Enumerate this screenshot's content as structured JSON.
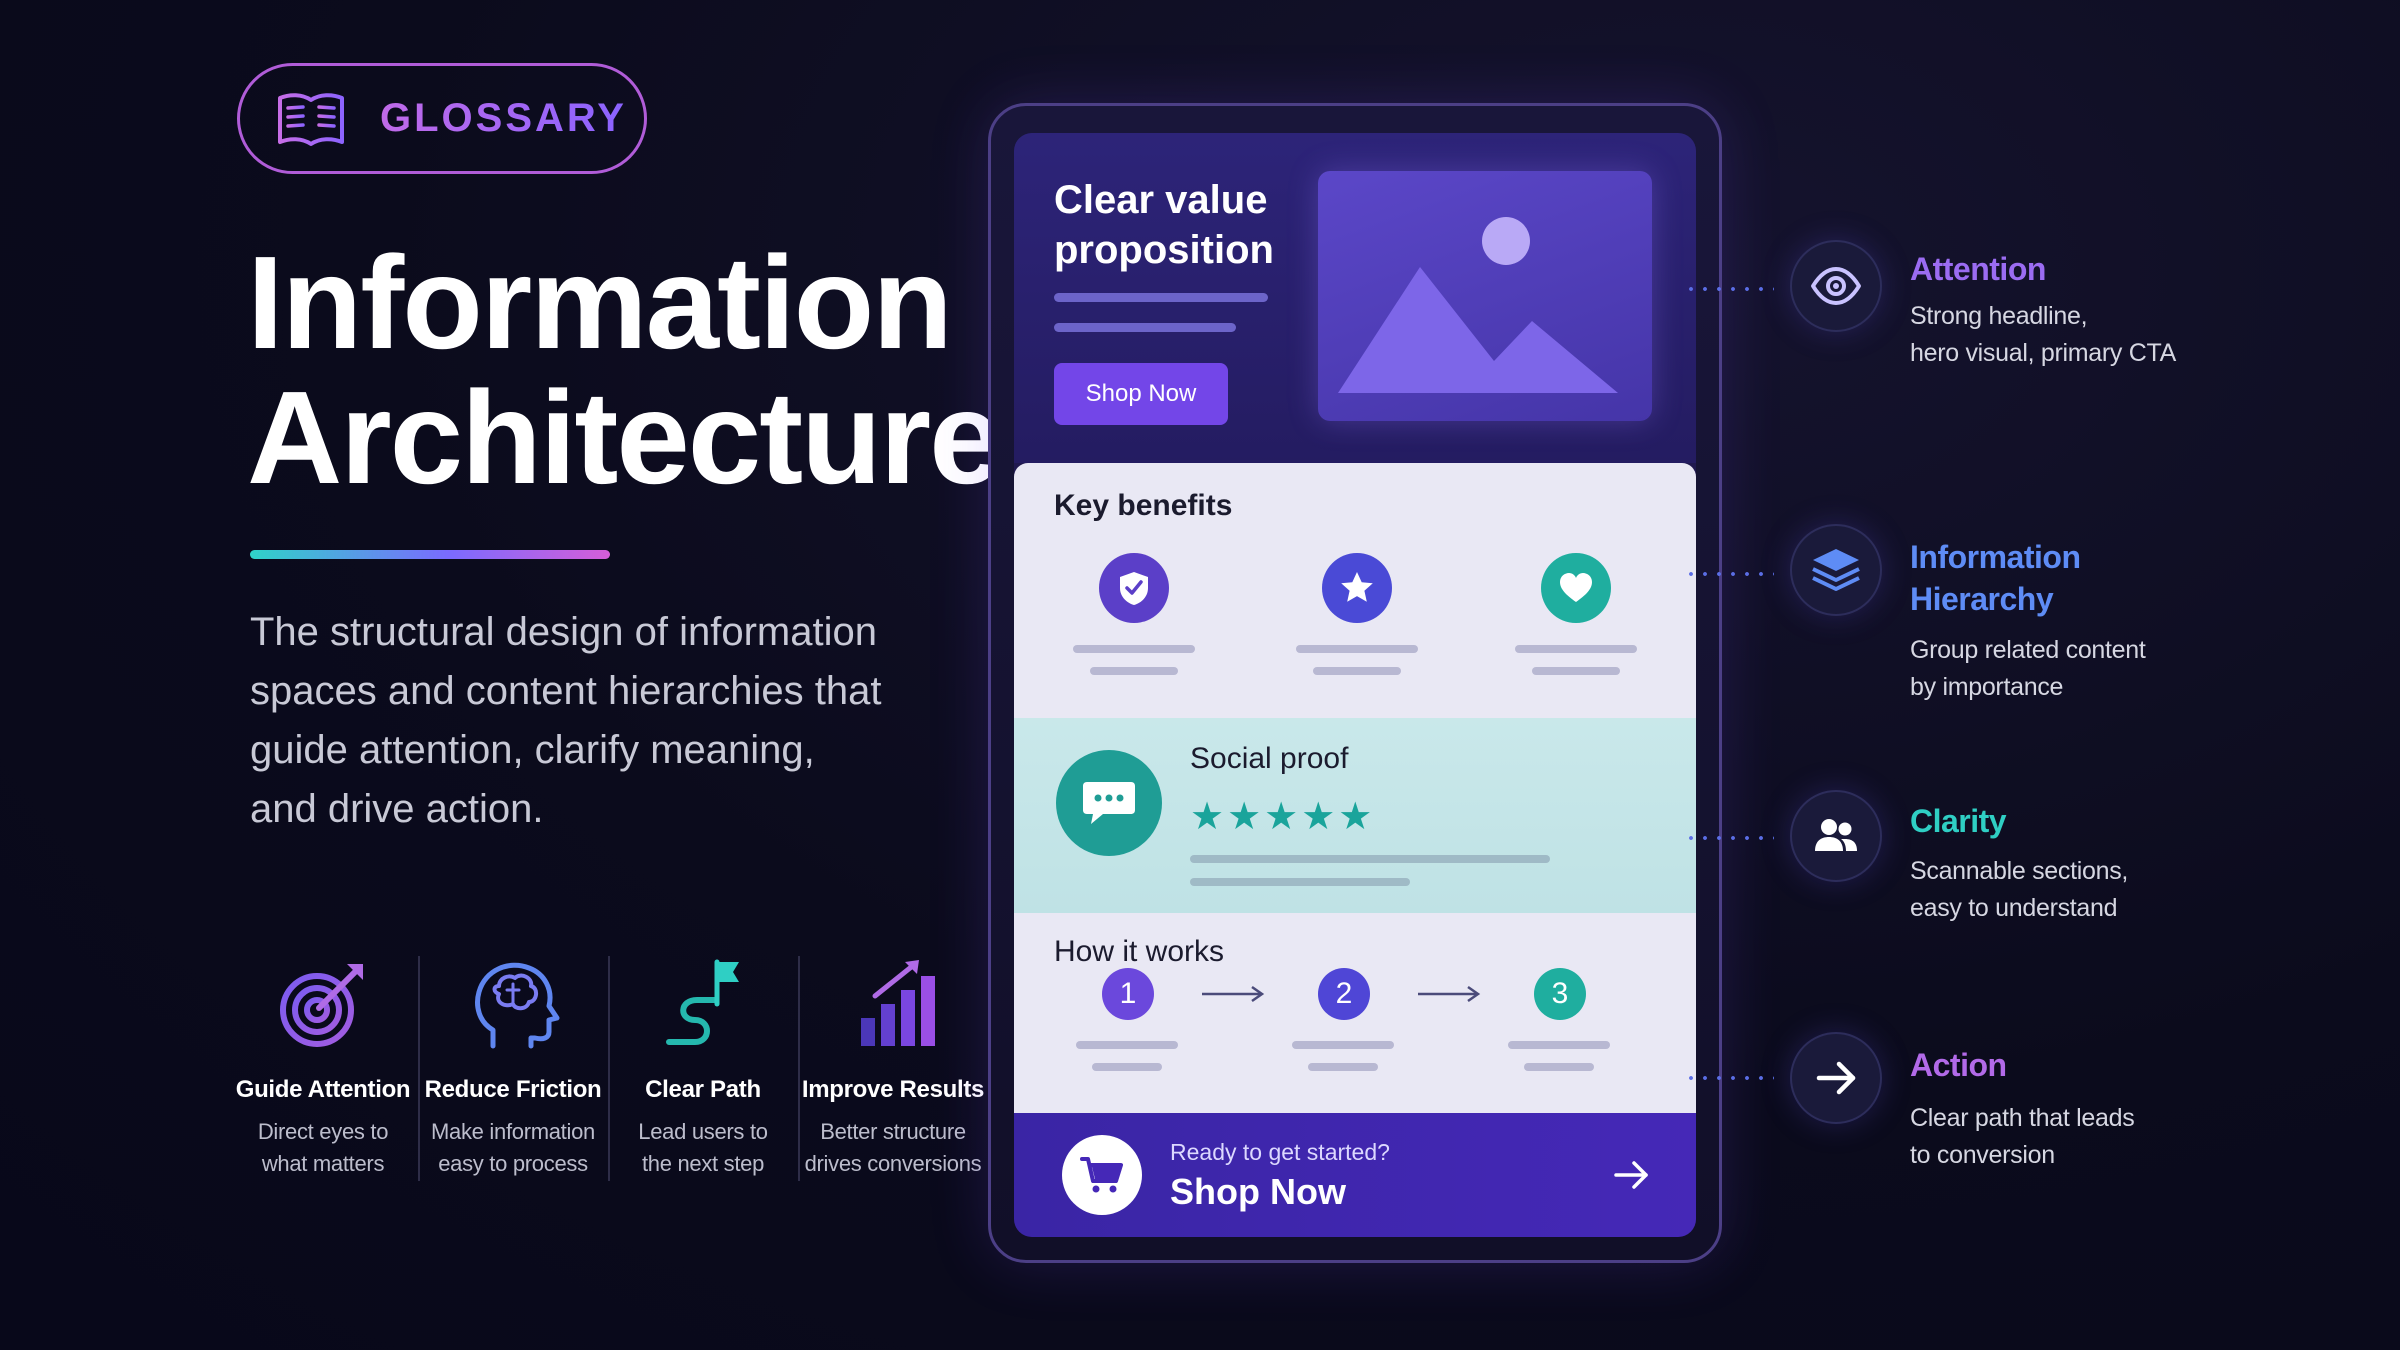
{
  "badge": {
    "label": "GLOSSARY",
    "icon": "book-icon"
  },
  "title": {
    "line1": "Information",
    "line2": "Architecture"
  },
  "description": "The structural design of information spaces and content hierarchies that guide attention, clarify meaning, and drive action.",
  "benefits": [
    {
      "title": "Guide Attention",
      "desc1": "Direct eyes to",
      "desc2": "what matters",
      "icon": "target-icon"
    },
    {
      "title": "Reduce Friction",
      "desc1": "Make information",
      "desc2": "easy to process",
      "icon": "head-brain-icon"
    },
    {
      "title": "Clear Path",
      "desc1": "Lead users to",
      "desc2": "the next step",
      "icon": "path-flag-icon"
    },
    {
      "title": "Improve Results",
      "desc1": "Better structure",
      "desc2": "drives conversions",
      "icon": "bar-growth-icon"
    }
  ],
  "mockup": {
    "hero": {
      "headline": "Clear value proposition",
      "button": "Shop Now",
      "image_icon": "image-placeholder-icon"
    },
    "key_benefits": {
      "title": "Key benefits",
      "icons": [
        "shield-check-icon",
        "star-icon",
        "heart-icon"
      ]
    },
    "social_proof": {
      "title": "Social proof",
      "stars": "★★★★★",
      "rating": 5,
      "icon": "chat-bubble-icon"
    },
    "how_it_works": {
      "title": "How it works",
      "steps": [
        "1",
        "2",
        "3"
      ]
    },
    "cta": {
      "subtitle": "Ready to get started?",
      "title": "Shop Now",
      "icon": "cart-icon"
    }
  },
  "annotations": [
    {
      "title1": "Attention",
      "title2": "",
      "desc1": "Strong headline,",
      "desc2": "hero visual, primary CTA",
      "icon": "eye-icon",
      "color": "#9b6cf2"
    },
    {
      "title1": "Information",
      "title2": "Hierarchy",
      "desc1": "Group related content",
      "desc2": "by importance",
      "icon": "layers-icon",
      "color": "#5e8cf5"
    },
    {
      "title1": "Clarity",
      "title2": "",
      "desc1": "Scannable sections,",
      "desc2": "easy to understand",
      "icon": "users-icon",
      "color": "#2fcfc4"
    },
    {
      "title1": "Action",
      "title2": "",
      "desc1": "Clear path that leads",
      "desc2": "to conversion",
      "icon": "arrow-right-icon",
      "color": "#b26ae8"
    }
  ],
  "colors": {
    "purple": "#7346e8",
    "teal": "#1fa89d",
    "blue": "#5e8cf5",
    "background": "#0b0b1c"
  }
}
